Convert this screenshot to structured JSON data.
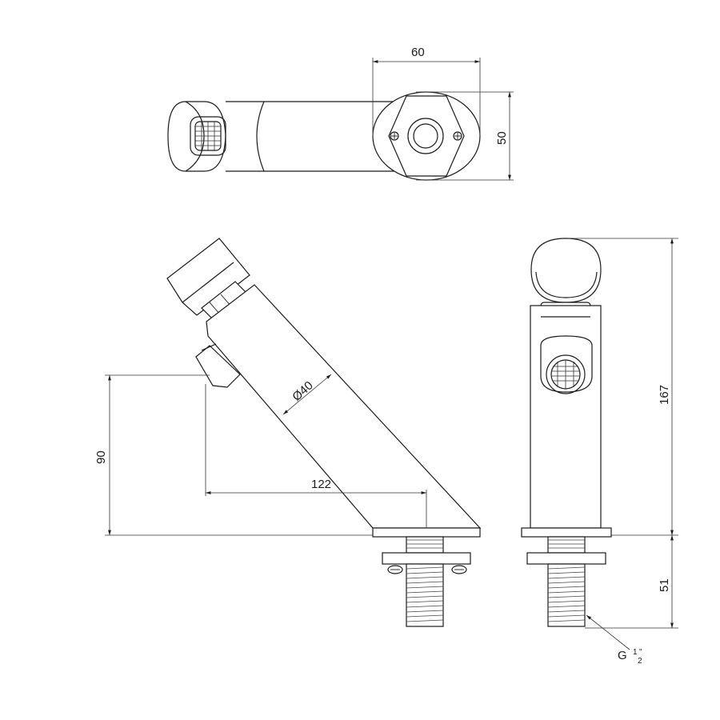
{
  "dimensions": {
    "top_width": "60",
    "top_depth": "50",
    "diameter": "Ø40",
    "reach": "122",
    "height_to_outlet": "90",
    "total_height": "167",
    "shank_length": "51"
  },
  "thread": {
    "prefix": "G",
    "numerator": "1",
    "denominator": "2",
    "suffix": "\""
  },
  "colors": {
    "line": "#1a1a1a",
    "background": "#ffffff"
  }
}
